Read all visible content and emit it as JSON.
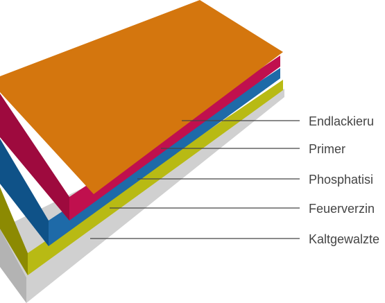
{
  "diagram": {
    "layers": [
      {
        "id": "endlackierung",
        "label": "Endlackieru",
        "top": "#d4760e",
        "side": "#b55f06"
      },
      {
        "id": "primer",
        "label": "Primer",
        "top": "#c0104e",
        "side": "#9e0a3e"
      },
      {
        "id": "phosphatisierung",
        "label": "Phosphatisi",
        "top": "#1e6aa8",
        "side": "#0f5288"
      },
      {
        "id": "feuerverzinkung",
        "label": "Feuerverzin",
        "top": "#b8ba14",
        "side": "#8c8a02"
      },
      {
        "id": "kaltgewalzt",
        "label": "Kaltgewalzte",
        "top": "#d0d0d0",
        "side": "#b3b3b3"
      }
    ],
    "line_color": "#444444",
    "text_color": "#444444"
  }
}
